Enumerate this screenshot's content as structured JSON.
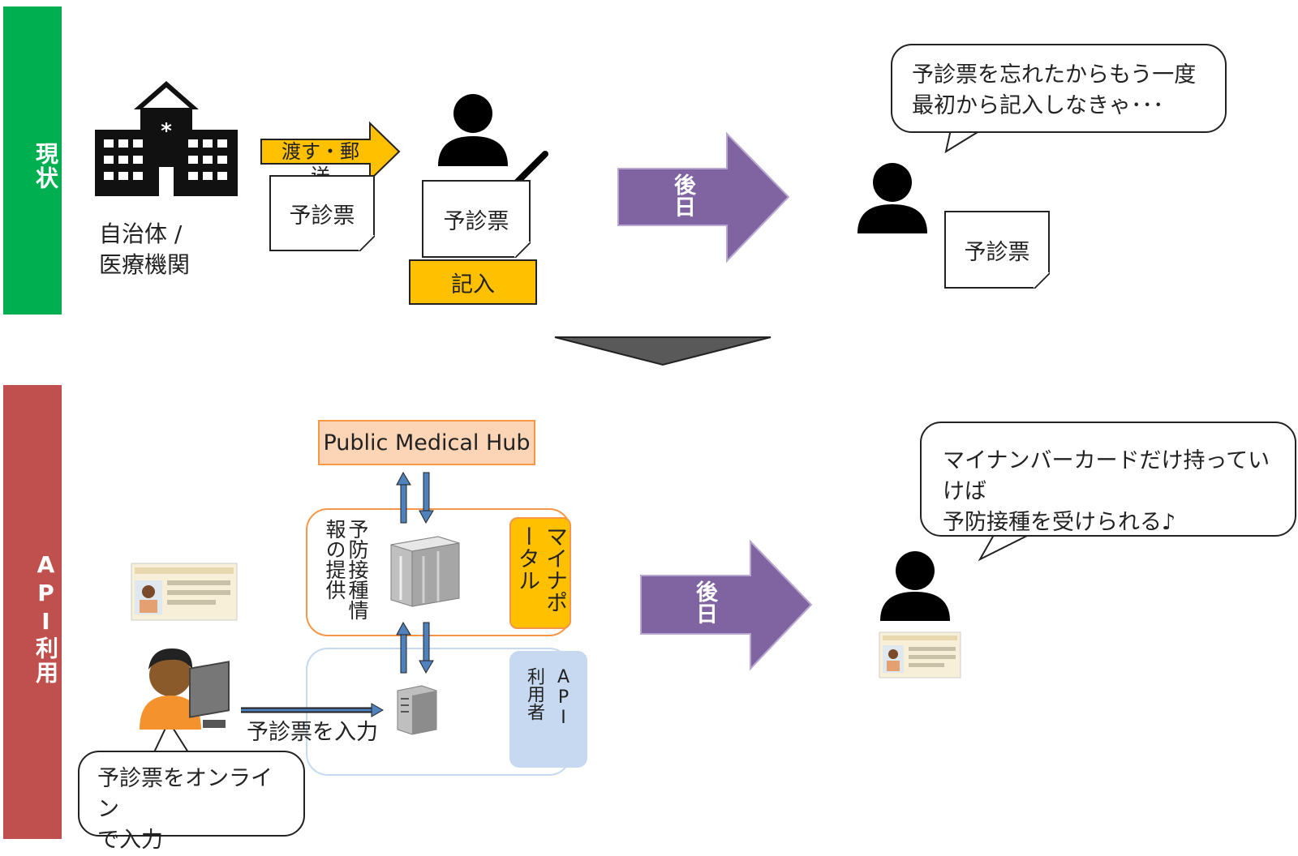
{
  "current": {
    "side_label": "現状",
    "org_label_line1": "自治体 /",
    "org_label_line2": "医療機関",
    "send_arrow_label": "渡す・郵送",
    "form_label": "予診票",
    "fill_label": "記入",
    "later_label": "後日",
    "bubble_line1": "予診票を忘れたからもう一度",
    "bubble_line2": "最初から記入しなきゃ･･･"
  },
  "api": {
    "side_label": "API利用",
    "hub_label": "Public Medical Hub",
    "vaccination_info_label": "予防接種情報の提供",
    "myna_portal_label": "マイナポータル",
    "api_user_label": "API利用者",
    "input_form_label": "予診票を入力",
    "online_bubble_line1": "予診票をオンライン",
    "online_bubble_line2": "で入力",
    "later_label": "後日",
    "bubble_line1": "マイナンバーカードだけ持っていけば",
    "bubble_line2": "予防接種を受けられる♪"
  },
  "colors": {
    "current_side": "#00b050",
    "api_side": "#c0504d",
    "later_arrow": "#8064a2",
    "yellow": "#ffc000",
    "hub_fill": "#fbd5b5",
    "hub_border": "#f79646",
    "api_user_fill": "#c6d9f1",
    "transition_arrow": "#595959"
  }
}
